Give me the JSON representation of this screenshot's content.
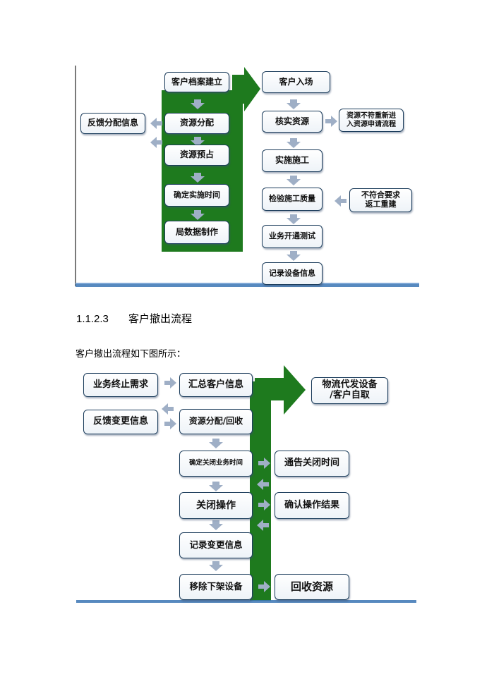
{
  "figure1": {
    "left_column": [
      "客户档案建立",
      "资源分配",
      "资源预占",
      "确定实施时间",
      "局数据制作"
    ],
    "feedback_box": "反馈分配信息",
    "right_column": [
      "客户入场",
      "核实资源",
      "实施施工",
      "检验施工质量",
      "业务开通测试",
      "记录设备信息"
    ],
    "side_note_resource": "资源不符重新进\n入资源申请流程",
    "side_note_quality": "不符合要求\n返工重建"
  },
  "section": {
    "number": "1.1.2.3",
    "title": "客户撤出流程",
    "intro": "客户撤出流程如下图所示："
  },
  "figure2": {
    "left_column": [
      "业务终止需求",
      "反馈变更信息"
    ],
    "middle_column": [
      "汇总客户信息",
      "资源分配/回收",
      "确定关闭业务时间",
      "关闭操作",
      "记录变更信息",
      "移除下架设备"
    ],
    "right_column": [
      "物流代发设备\n/客户自取",
      "通告关闭时间",
      "确认操作结果",
      "回收资源"
    ]
  },
  "colors": {
    "band_green": "#1e7a1e",
    "arrow_gray": "#9fafc6",
    "box_border": "#1c3d5c",
    "rule_blue": "#3a74b4"
  }
}
